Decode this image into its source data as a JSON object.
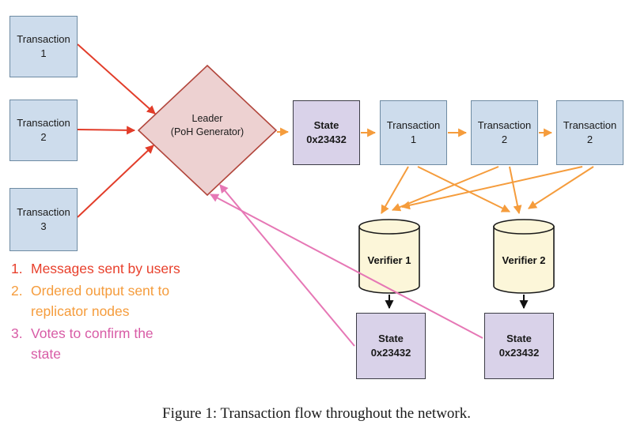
{
  "figure": {
    "caption": "Figure 1: Transaction flow throughout the network."
  },
  "colors": {
    "box_blue": "#cddcec",
    "box_blue_border": "#6e8ba3",
    "diamond_fill": "#edd1d1",
    "diamond_border": "#b2463c",
    "state_fill": "#d9d2e9",
    "state_border": "#3c3c46",
    "verifier_fill": "#fcf6d9",
    "arrow_red": "#e23d2a",
    "arrow_orange": "#f59c3c",
    "arrow_magenta": "#e677b5",
    "arrow_black": "#111111"
  },
  "inputs": [
    {
      "line1": "Transaction",
      "line2": "1"
    },
    {
      "line1": "Transaction",
      "line2": "2"
    },
    {
      "line1": "Transaction",
      "line2": "3"
    }
  ],
  "leader": {
    "line1": "Leader",
    "line2": "(PoH Generator)"
  },
  "state_initial": {
    "line1": "State",
    "line2": "0x23432"
  },
  "sequence": [
    {
      "line1": "Transaction",
      "line2": "1"
    },
    {
      "line1": "Transaction",
      "line2": "2"
    },
    {
      "line1": "Transaction",
      "line2": "2"
    }
  ],
  "verifiers": [
    {
      "label": "Verifier 1"
    },
    {
      "label": "Verifier 2"
    }
  ],
  "verifier_states": [
    {
      "line1": "State",
      "line2": "0x23432"
    },
    {
      "line1": "State",
      "line2": "0x23432"
    }
  ],
  "legend": [
    {
      "number": "1.",
      "text": "Messages sent by users",
      "color": "#e8402c"
    },
    {
      "number": "2.",
      "text": "Ordered output sent to replicator nodes",
      "color": "#f59c3c"
    },
    {
      "number": "3.",
      "text": "Votes to confirm the state",
      "color": "#d85ca6"
    }
  ]
}
